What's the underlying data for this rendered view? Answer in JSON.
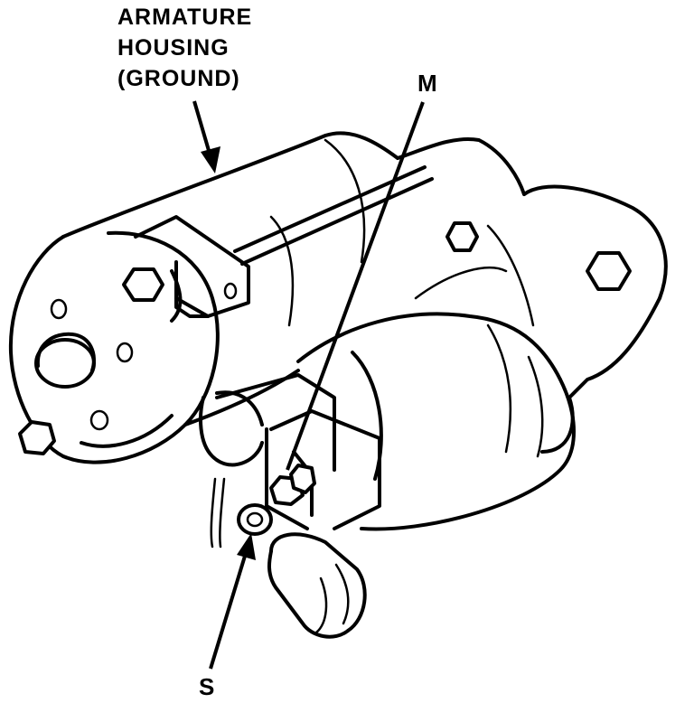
{
  "labels": {
    "armature_line1": "ARMATURE",
    "armature_line2": "HOUSING",
    "armature_line3": "(GROUND)",
    "m_terminal": "M",
    "s_terminal": "S"
  },
  "colors": {
    "ink": "#000000",
    "background": "#ffffff"
  }
}
